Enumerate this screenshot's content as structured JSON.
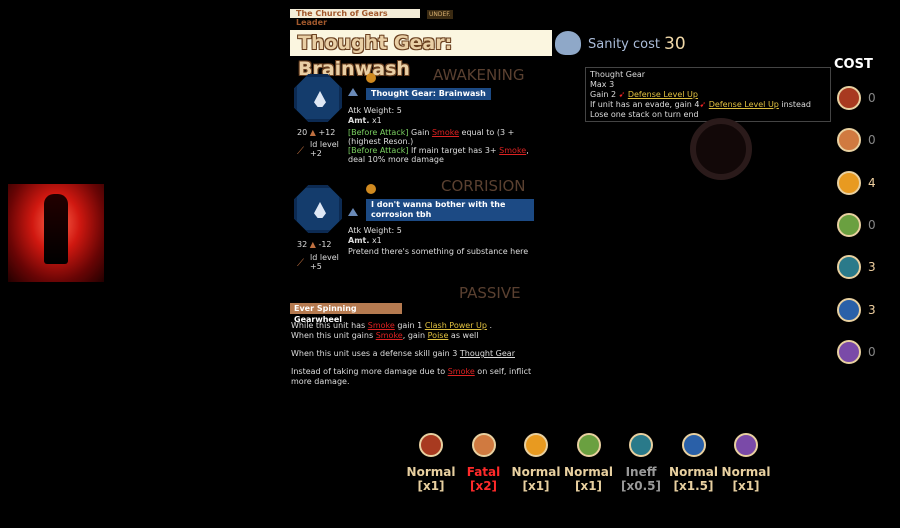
{
  "header": {
    "subtitle": "The Church of Gears Leader",
    "tag": "UNDEF.",
    "title": "Thought Gear: Brainwash",
    "sanity_label": "Sanity cost",
    "sanity_value": "30"
  },
  "skills": [
    {
      "section": "AWAKENING",
      "name": "Thought Gear: Brainwash",
      "power": "20",
      "coin_mod": "+12",
      "level_label": "ld level",
      "level": "+2",
      "atk_weight": "Atk Weight: 5",
      "amt_label": "Amt.",
      "amt": "x1",
      "lines": [
        [
          "[Before Attack]",
          " Gain ",
          "Smoke",
          " equal to (3 + (highest Reson.)"
        ],
        [
          "[Before Attack]",
          " If main target has 3+ ",
          "Smoke",
          ", deal 10% more damage"
        ]
      ]
    },
    {
      "section": "CORRISION",
      "name": "I don't wanna bother with the corrosion tbh",
      "power": "32",
      "coin_mod": "-12",
      "level_label": "ld level",
      "level": "+5",
      "atk_weight": "Atk Weight: 5",
      "amt_label": "Amt.",
      "amt": "x1",
      "desc": "Pretend there's something of substance here"
    }
  ],
  "passive": {
    "section": "PASSIVE",
    "name": "Ever Spinning Gearwheel",
    "p1": {
      "a": "While this unit has ",
      "b": "Smoke",
      "c": " gain 1 ",
      "d": "Clash Power Up",
      "e": " ."
    },
    "p2": {
      "a": "When this unit gains ",
      "b": "Smoke",
      "c": ", gain ",
      "d": "Poise",
      "e": " as well"
    },
    "p3": {
      "a": "When this unit uses a defense skill gain 3 ",
      "b": "Thought Gear"
    },
    "p4": {
      "a": "Instead of taking more damage due to ",
      "b": "Smoke",
      "c": "  on self, inflict more damage."
    }
  },
  "tooltip": {
    "title": "Thought Gear",
    "max": "Max 3",
    "gain_a": "Gain 2 ",
    "link": "Defense Level Up",
    "evade_a": "If unit has an evade, gain 4",
    "evade_c": " instead",
    "lose": "Lose one stack on turn end"
  },
  "cost": {
    "label": "COST",
    "items": [
      {
        "icon": "wrath-icon",
        "color": "#a83a20",
        "value": "0"
      },
      {
        "icon": "lust-icon",
        "color": "#d07a40",
        "value": "0"
      },
      {
        "icon": "sloth-icon",
        "color": "#e89a20",
        "value": "4"
      },
      {
        "icon": "gluttony-icon",
        "color": "#6aa040",
        "value": "0"
      },
      {
        "icon": "gloom-icon",
        "color": "#2a7a8a",
        "value": "3"
      },
      {
        "icon": "pride-icon",
        "color": "#2a60a8",
        "value": "3"
      },
      {
        "icon": "envy-icon",
        "color": "#7a4aa8",
        "value": "0"
      }
    ]
  },
  "resist": [
    {
      "icon": "wrath-icon",
      "color": "#a83a20",
      "label": "Normal",
      "mult": "[x1]",
      "text_color": "#e8d0a0"
    },
    {
      "icon": "lust-icon",
      "color": "#d07a40",
      "label": "Fatal",
      "mult": "[x2]",
      "text_color": "#ff2a2a"
    },
    {
      "icon": "sloth-icon",
      "color": "#e89a20",
      "label": "Normal",
      "mult": "[x1]",
      "text_color": "#e8d0a0"
    },
    {
      "icon": "gluttony-icon",
      "color": "#6aa040",
      "label": "Normal",
      "mult": "[x1]",
      "text_color": "#e8d0a0"
    },
    {
      "icon": "gloom-icon",
      "color": "#2a7a8a",
      "label": "Ineff",
      "mult": "[x0.5]",
      "text_color": "#999999"
    },
    {
      "icon": "pride-icon",
      "color": "#2a60a8",
      "label": "Normal",
      "mult": "[x1.5]",
      "text_color": "#e8d0a0"
    },
    {
      "icon": "envy-icon",
      "color": "#7a4aa8",
      "label": "Normal",
      "mult": "[x1]",
      "text_color": "#e8d0a0"
    }
  ]
}
